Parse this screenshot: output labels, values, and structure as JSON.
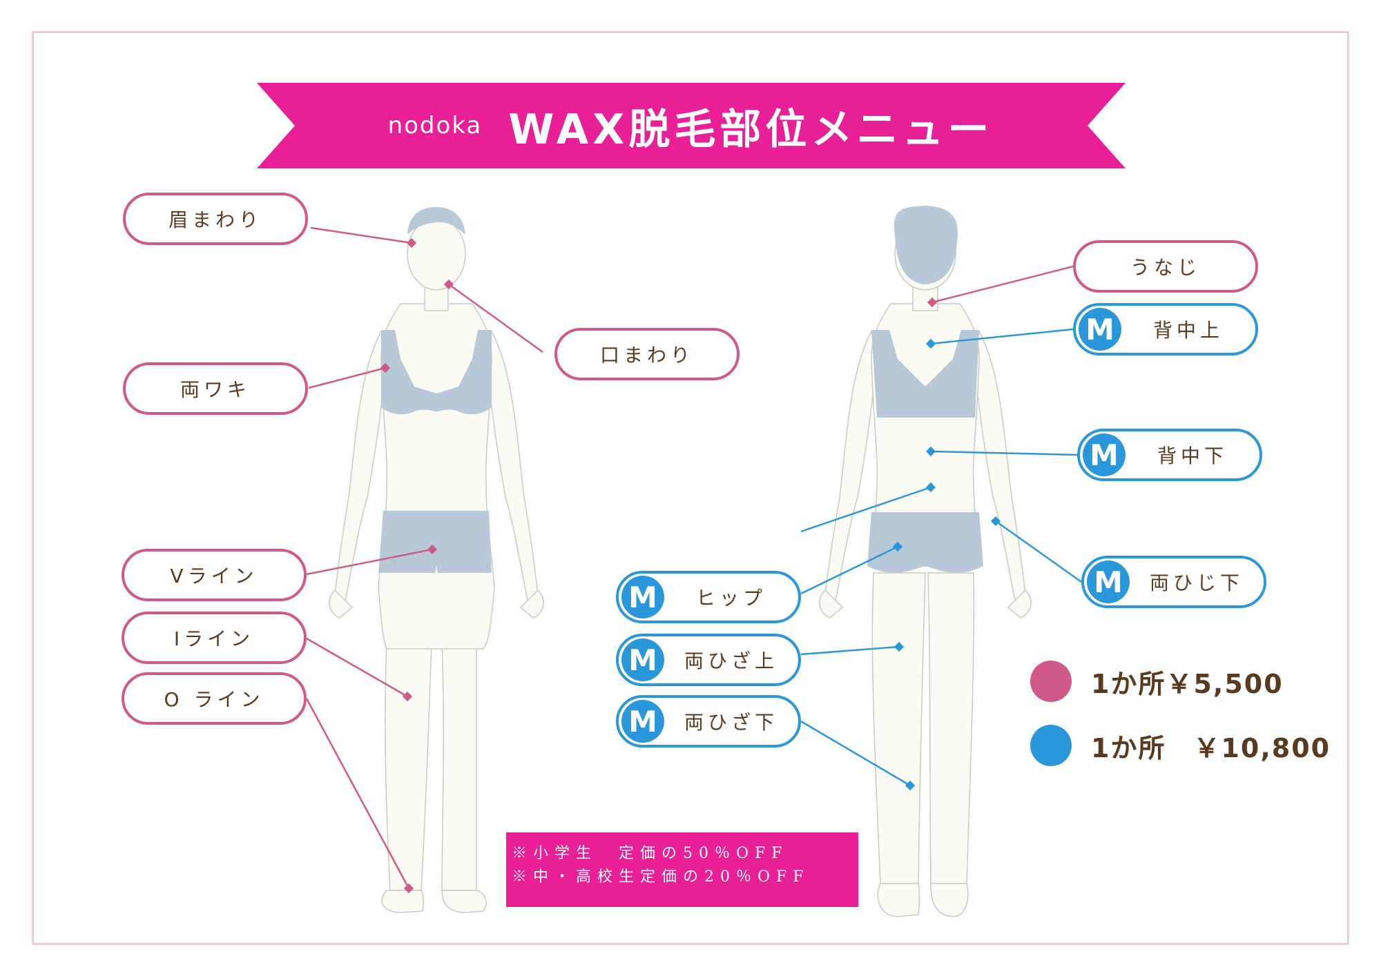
{
  "banner": {
    "brand": "nodoka",
    "title": "WAX脱毛部位メニュー",
    "color": "#e81f96"
  },
  "colors": {
    "pink": "#d1598a",
    "blue": "#2b97db",
    "text": "#5a3a1e",
    "body_fill": "#b7c9d9",
    "skin": "#fbfbf4"
  },
  "front_tags": [
    {
      "label": "眉まわり"
    },
    {
      "label": "口まわり"
    },
    {
      "label": "両ワキ"
    },
    {
      "label": "Vライン"
    },
    {
      "label": "Iライン"
    },
    {
      "label": "O ライン"
    }
  ],
  "back_tags": [
    {
      "label": "うなじ",
      "badge": ""
    },
    {
      "label": "背中上",
      "badge": "M"
    },
    {
      "label": "背中下",
      "badge": "M"
    },
    {
      "label": "両ひじ下",
      "badge": "M"
    },
    {
      "label": "ヒップ",
      "badge": "M"
    },
    {
      "label": "両ひざ上",
      "badge": "M"
    },
    {
      "label": "両ひざ下",
      "badge": "M"
    }
  ],
  "legend": [
    {
      "color": "#d1598a",
      "text": "1か所￥5,500"
    },
    {
      "color": "#2b97db",
      "text": "1か所　￥10,800"
    }
  ],
  "notice": {
    "color": "#e81f96",
    "lines": [
      "※小学生　定価の50％OFF",
      "※中・高校生定価の20％OFF"
    ]
  }
}
